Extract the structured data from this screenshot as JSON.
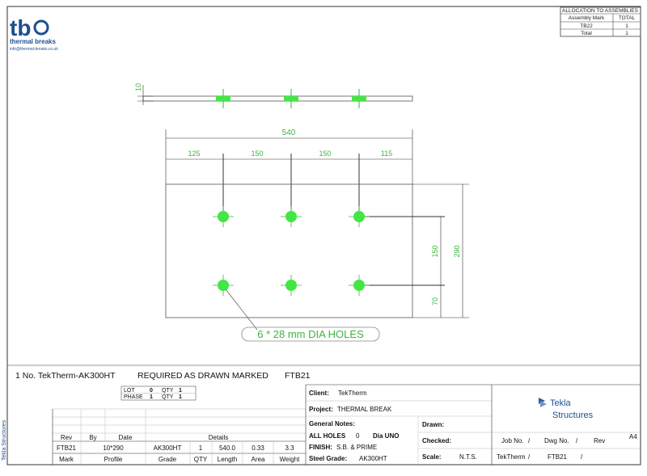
{
  "logo": {
    "mark": "tb",
    "name": "thermal breaks",
    "email": "info@thermal-breaks.co.uk"
  },
  "allocation": {
    "title": "ALLOCATION TO ASSEMBLIES",
    "headers": [
      "Assembly Mark",
      "TOTAL"
    ],
    "rows": [
      [
        "TB22",
        "1"
      ],
      [
        "Total",
        "1"
      ]
    ]
  },
  "drawing": {
    "thickness": "10",
    "overall_width": "540",
    "spacings": [
      "125",
      "150",
      "150",
      "115"
    ],
    "vertical_gap": "150",
    "bottom_edge": "70",
    "height": "290",
    "holes_note": "6 * 28 mm DIA HOLES"
  },
  "part_line": {
    "qty": "1 No. TekTherm-AK300HT",
    "instruction": "REQUIRED AS DRAWN MARKED",
    "mark": "FTB21"
  },
  "lot": {
    "lot_label": "LOT",
    "lot_value": "0",
    "qty1_label": "QTY",
    "qty1_value": "1",
    "phase_label": "PHASE",
    "phase_value": "1",
    "qty2_label": "QTY",
    "qty2_value": "1"
  },
  "title_block": {
    "rev_headers": [
      "Rev",
      "By",
      "Date",
      "Details"
    ],
    "part_row": [
      "FTB21",
      "10*290",
      "AK300HT",
      "1",
      "540.0",
      "0.33",
      "3.3"
    ],
    "part_headers": [
      "Mark",
      "Profile",
      "Grade",
      "QTY",
      "Length",
      "Area",
      "Weight"
    ],
    "client_label": "Client:",
    "client_value": "TekTherm",
    "project_label": "Project:",
    "project_value": "THERMAL BREAK",
    "notes_label": "General Notes:",
    "holes_label": "ALL HOLES",
    "holes_value": "0",
    "dia_label": "Dia UNO",
    "finish_label": "FINISH:",
    "finish_value": "S.B. & PRIME",
    "steel_label": "Steel Grade:",
    "steel_value": "AK300HT",
    "drawn_label": "Drawn:",
    "checked_label": "Checked:",
    "scale_label": "Scale:",
    "scale_value": "N.T.S.",
    "brand1": "Tekla",
    "brand2": "Structures",
    "paper": "A4",
    "job_label": "Job No.",
    "dwg_label": "Dwg No.",
    "rev_label": "Rev",
    "job_value": "TekTherm",
    "dwg_value": "FTB21",
    "sep": "/"
  },
  "side_label": "Tekla Structures",
  "colors": {
    "dim": "#3cb43c",
    "hole": "#44e644",
    "line": "#333333",
    "grid": "#bbbbbb",
    "brand_blue": "#1d4f8f",
    "tekla_blue": "#2b5c9c"
  }
}
